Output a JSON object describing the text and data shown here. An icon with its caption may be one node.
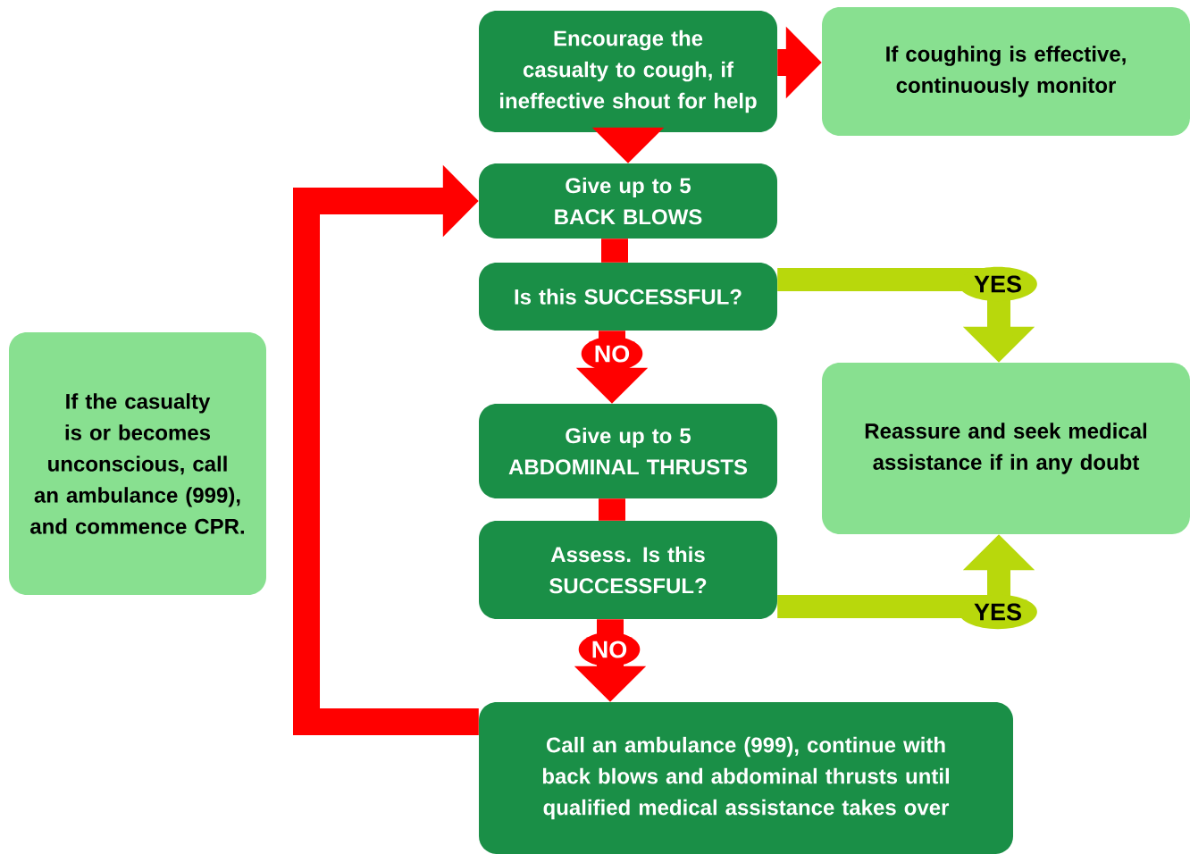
{
  "diagram": {
    "nodes": [
      {
        "text": [
          "Encourage the casualty to cough, if ineffective shout for help"
        ]
      },
      {
        "text": [
          "If coughing is effective, continuously monitor"
        ]
      },
      {
        "text": [
          "Give up to 5 BACK BLOWS"
        ]
      },
      {
        "text": [
          "Is this SUCCESSFUL?"
        ]
      },
      {
        "text": [
          "If the casualty is or becomes unconscious, call an ambulance (999), and commence CPR."
        ]
      },
      {
        "text": [
          "Give up to 5 ABDOMINAL THRUSTS"
        ]
      },
      {
        "text": [
          "Reassure and seek medical assistance if in any doubt"
        ]
      },
      {
        "text": [
          "Assess. Is this SUCCESSFUL?"
        ]
      },
      {
        "text": [
          "Call an ambulance (999), continue with back blows and abdominal thrusts until qualified medical assistance takes over"
        ]
      }
    ],
    "edges": [
      {
        "from": 0,
        "to": 1,
        "arrow": "to"
      },
      {
        "from": 0,
        "to": 2,
        "arrow": "to"
      },
      {
        "from": 2,
        "to": 3,
        "arrow": "none"
      },
      {
        "from": 3,
        "to": 5,
        "arrow": "to",
        "label": "NO"
      },
      {
        "from": 3,
        "to": 6,
        "arrow": "to",
        "label": "YES",
        "color": "#b8d80c"
      },
      {
        "from": 5,
        "to": 7,
        "arrow": "none"
      },
      {
        "from": 7,
        "to": 6,
        "arrow": "to",
        "label": "YES",
        "color": "#b8d80c"
      },
      {
        "from": 7,
        "to": 8,
        "arrow": "to",
        "label": "NO"
      },
      {
        "from": 8,
        "to": 2,
        "arrow": "to"
      }
    ]
  }
}
